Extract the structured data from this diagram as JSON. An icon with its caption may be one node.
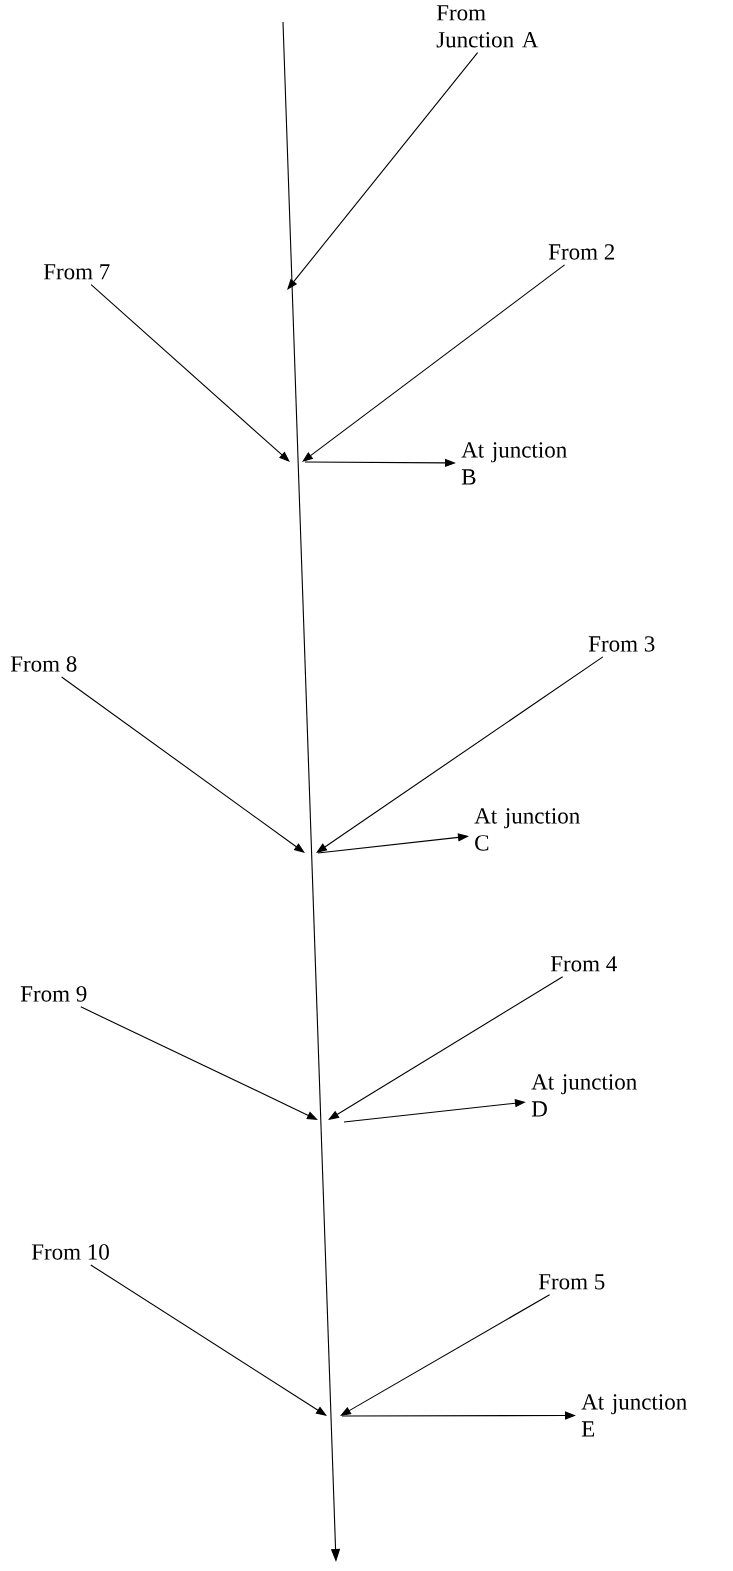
{
  "diagram": {
    "nodes": [
      {
        "text": [
          "From Junction A"
        ]
      },
      {
        "text": [
          "From 7"
        ]
      },
      {
        "text": [
          "From 2"
        ]
      },
      {
        "text": [
          "At junction B"
        ]
      },
      {
        "text": [
          "From 8"
        ]
      },
      {
        "text": [
          "From 3"
        ]
      },
      {
        "text": [
          "At junction C"
        ]
      },
      {
        "text": [
          "From 9"
        ]
      },
      {
        "text": [
          "From 4"
        ]
      },
      {
        "text": [
          "At junction D"
        ]
      },
      {
        "text": [
          "From 10"
        ]
      },
      {
        "text": [
          "From 5"
        ]
      },
      {
        "text": [
          "At junction E"
        ]
      }
    ],
    "edges": [
      {
        "from": 0,
        "to": null,
        "arrow": "to"
      },
      {
        "from": 1,
        "to": null,
        "arrow": "to"
      },
      {
        "from": 2,
        "to": null,
        "arrow": "to"
      },
      {
        "from": null,
        "to": 3,
        "arrow": "to"
      },
      {
        "from": 4,
        "to": null,
        "arrow": "to"
      },
      {
        "from": 5,
        "to": null,
        "arrow": "to"
      },
      {
        "from": null,
        "to": 6,
        "arrow": "to"
      },
      {
        "from": 7,
        "to": null,
        "arrow": "to"
      },
      {
        "from": 8,
        "to": null,
        "arrow": "to"
      },
      {
        "from": null,
        "to": 9,
        "arrow": "to"
      },
      {
        "from": 10,
        "to": null,
        "arrow": "to"
      },
      {
        "from": 11,
        "to": null,
        "arrow": "to"
      },
      {
        "from": null,
        "to": 12,
        "arrow": "to"
      }
    ]
  }
}
